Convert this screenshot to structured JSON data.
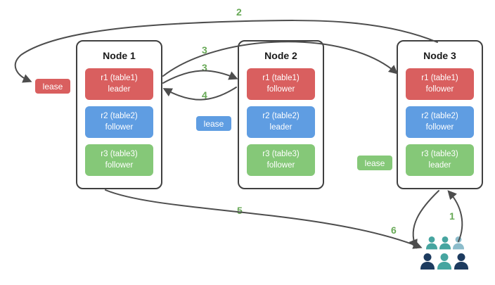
{
  "nodes": [
    {
      "title": "Node 1",
      "replicas": [
        {
          "label": "r1 (table1)",
          "role": "leader",
          "color": "#d95f5f"
        },
        {
          "label": "r2 (table2)",
          "role": "follower",
          "color": "#5f9de2"
        },
        {
          "label": "r3 (table3)",
          "role": "follower",
          "color": "#85c878"
        }
      ]
    },
    {
      "title": "Node 2",
      "replicas": [
        {
          "label": "r1 (table1)",
          "role": "follower",
          "color": "#d95f5f"
        },
        {
          "label": "r2 (table2)",
          "role": "leader",
          "color": "#5f9de2"
        },
        {
          "label": "r3 (table3)",
          "role": "follower",
          "color": "#85c878"
        }
      ]
    },
    {
      "title": "Node 3",
      "replicas": [
        {
          "label": "r1 (table1)",
          "role": "follower",
          "color": "#d95f5f"
        },
        {
          "label": "r2 (table2)",
          "role": "follower",
          "color": "#5f9de2"
        },
        {
          "label": "r3 (table3)",
          "role": "leader",
          "color": "#85c878"
        }
      ]
    }
  ],
  "leases": {
    "red": {
      "label": "lease",
      "color": "#d95f5f"
    },
    "blue": {
      "label": "lease",
      "color": "#5f9de2"
    },
    "green": {
      "label": "lease",
      "color": "#85c878"
    }
  },
  "steps": {
    "s1": "1",
    "s2": "2",
    "s3a": "3",
    "s3b": "3",
    "s4": "4",
    "s5": "5",
    "s6": "6"
  },
  "icons": {
    "users": "users-group-icon"
  },
  "colors": {
    "background": "#ffffff",
    "node_border": "#404040",
    "arrow": "#4d4d4d",
    "step_text": "#67a956",
    "replica_red": "#d95f5f",
    "replica_blue": "#5f9de2",
    "replica_green": "#85c878",
    "users_teal": "#46a5a0",
    "users_light_teal": "#8bbccb",
    "users_dark_navy": "#1d3b5f"
  }
}
